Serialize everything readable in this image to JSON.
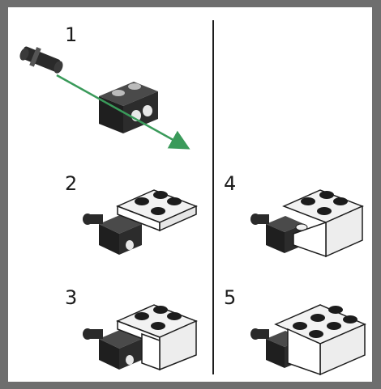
{
  "steps": [
    {
      "number": "1"
    },
    {
      "number": "2"
    },
    {
      "number": "3"
    },
    {
      "number": "4"
    },
    {
      "number": "5"
    }
  ],
  "colors": {
    "frame": "#6e6e6e",
    "page": "#ffffff",
    "brick_dark": "#2a2a2a",
    "brick_light": "#f2f2f2",
    "arrow": "#3a9a5a",
    "line": "#1c1c1c"
  }
}
